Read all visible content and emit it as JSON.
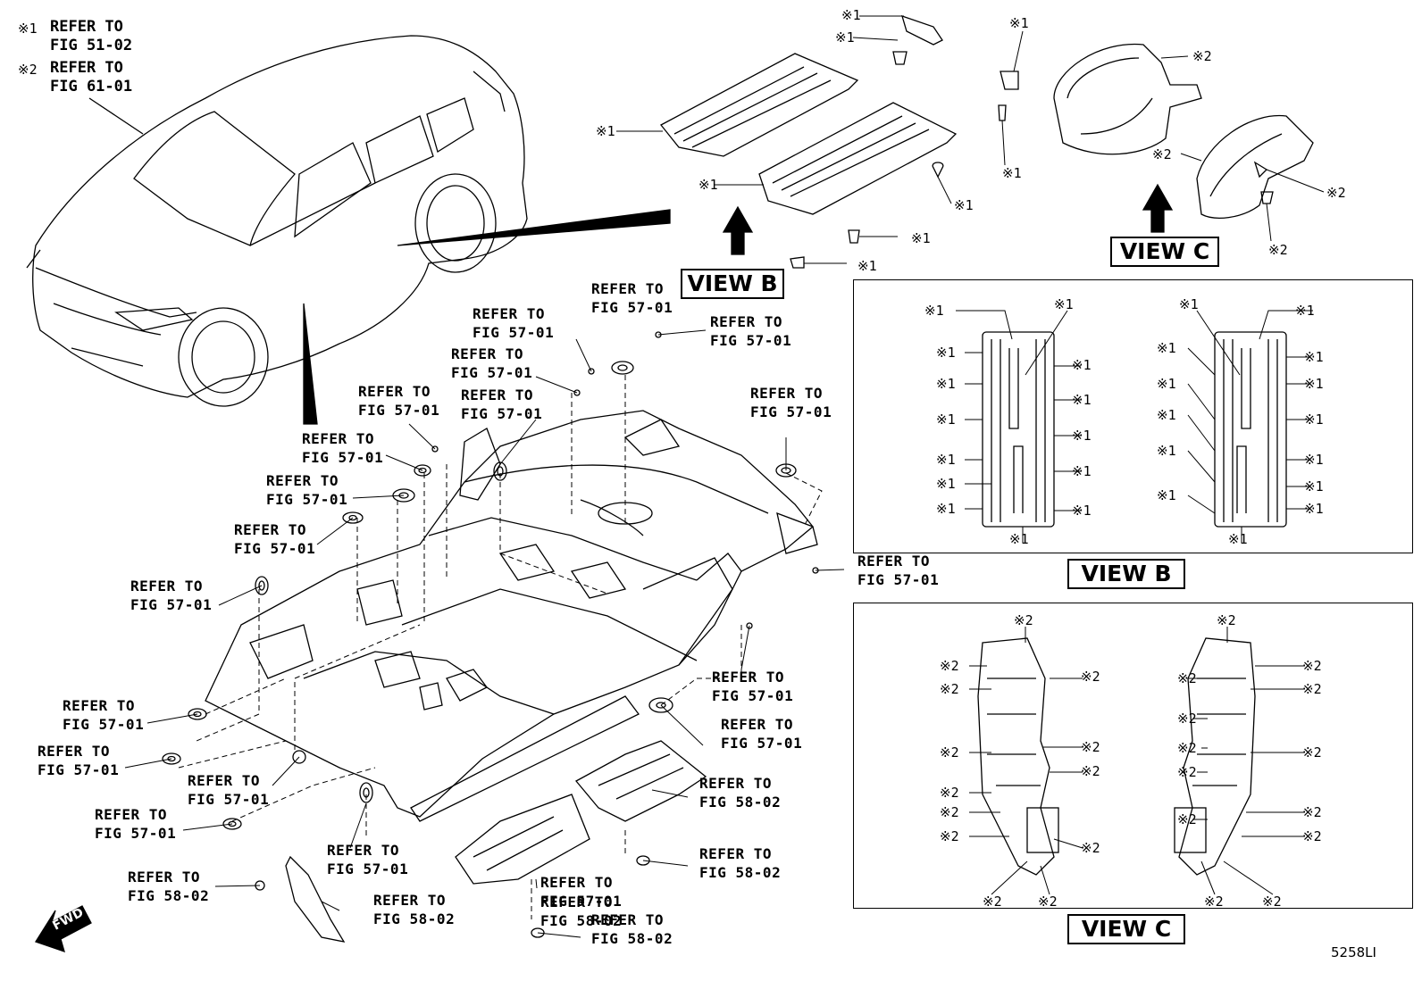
{
  "legend": [
    {
      "mark": "※1",
      "line1": "REFER TO",
      "line2": "FIG 51-02"
    },
    {
      "mark": "※2",
      "line1": "REFER TO",
      "line2": "FIG 61-01"
    }
  ],
  "callouts": [
    {
      "l1": "REFER TO",
      "l2": "FIG 57-01"
    },
    {
      "l1": "REFER TO",
      "l2": "FIG 57-01"
    },
    {
      "l1": "REFER TO",
      "l2": "FIG 57-01"
    },
    {
      "l1": "REFER TO",
      "l2": "FIG 57-01"
    },
    {
      "l1": "REFER TO",
      "l2": "FIG 57-01"
    },
    {
      "l1": "REFER TO",
      "l2": "FIG 57-01"
    },
    {
      "l1": "REFER TO",
      "l2": "FIG 57-01"
    },
    {
      "l1": "REFER TO",
      "l2": "FIG 57-01"
    },
    {
      "l1": "REFER TO",
      "l2": "FIG 57-01"
    },
    {
      "l1": "REFER TO",
      "l2": "FIG 57-01"
    },
    {
      "l1": "REFER TO",
      "l2": "FIG 57-01"
    },
    {
      "l1": "REFER TO",
      "l2": "FIG 57-01"
    },
    {
      "l1": "REFER TO",
      "l2": "FIG 57-01"
    },
    {
      "l1": "REFER TO",
      "l2": "FIG 57-01"
    },
    {
      "l1": "REFER TO",
      "l2": "FIG 57-01"
    },
    {
      "l1": "REFER TO",
      "l2": "FIG 57-01"
    },
    {
      "l1": "REFER TO",
      "l2": "FIG 57-01"
    },
    {
      "l1": "REFER TO",
      "l2": "FIG 57-01"
    },
    {
      "l1": "REFER TO",
      "l2": "FIG 57-01"
    },
    {
      "l1": "REFER TO",
      "l2": "FIG 57-01"
    },
    {
      "l1": "REFER TO",
      "l2": "FIG 58-02"
    },
    {
      "l1": "REFER TO",
      "l2": "FIG 58-02"
    },
    {
      "l1": "REFER TO",
      "l2": "FIG 58-02"
    },
    {
      "l1": "REFER TO",
      "l2": "FIG 58-02"
    },
    {
      "l1": "REFER TO",
      "l2": "FIG 58-02"
    },
    {
      "l1": "REFER TO",
      "l2": "FIG 58-02"
    }
  ],
  "views": {
    "view_b": "VIEW B",
    "view_c": "VIEW C"
  },
  "marks": {
    "m1": "※1",
    "m2": "※2"
  },
  "fwd_label": "FWD",
  "diagram_code": "5258LI"
}
